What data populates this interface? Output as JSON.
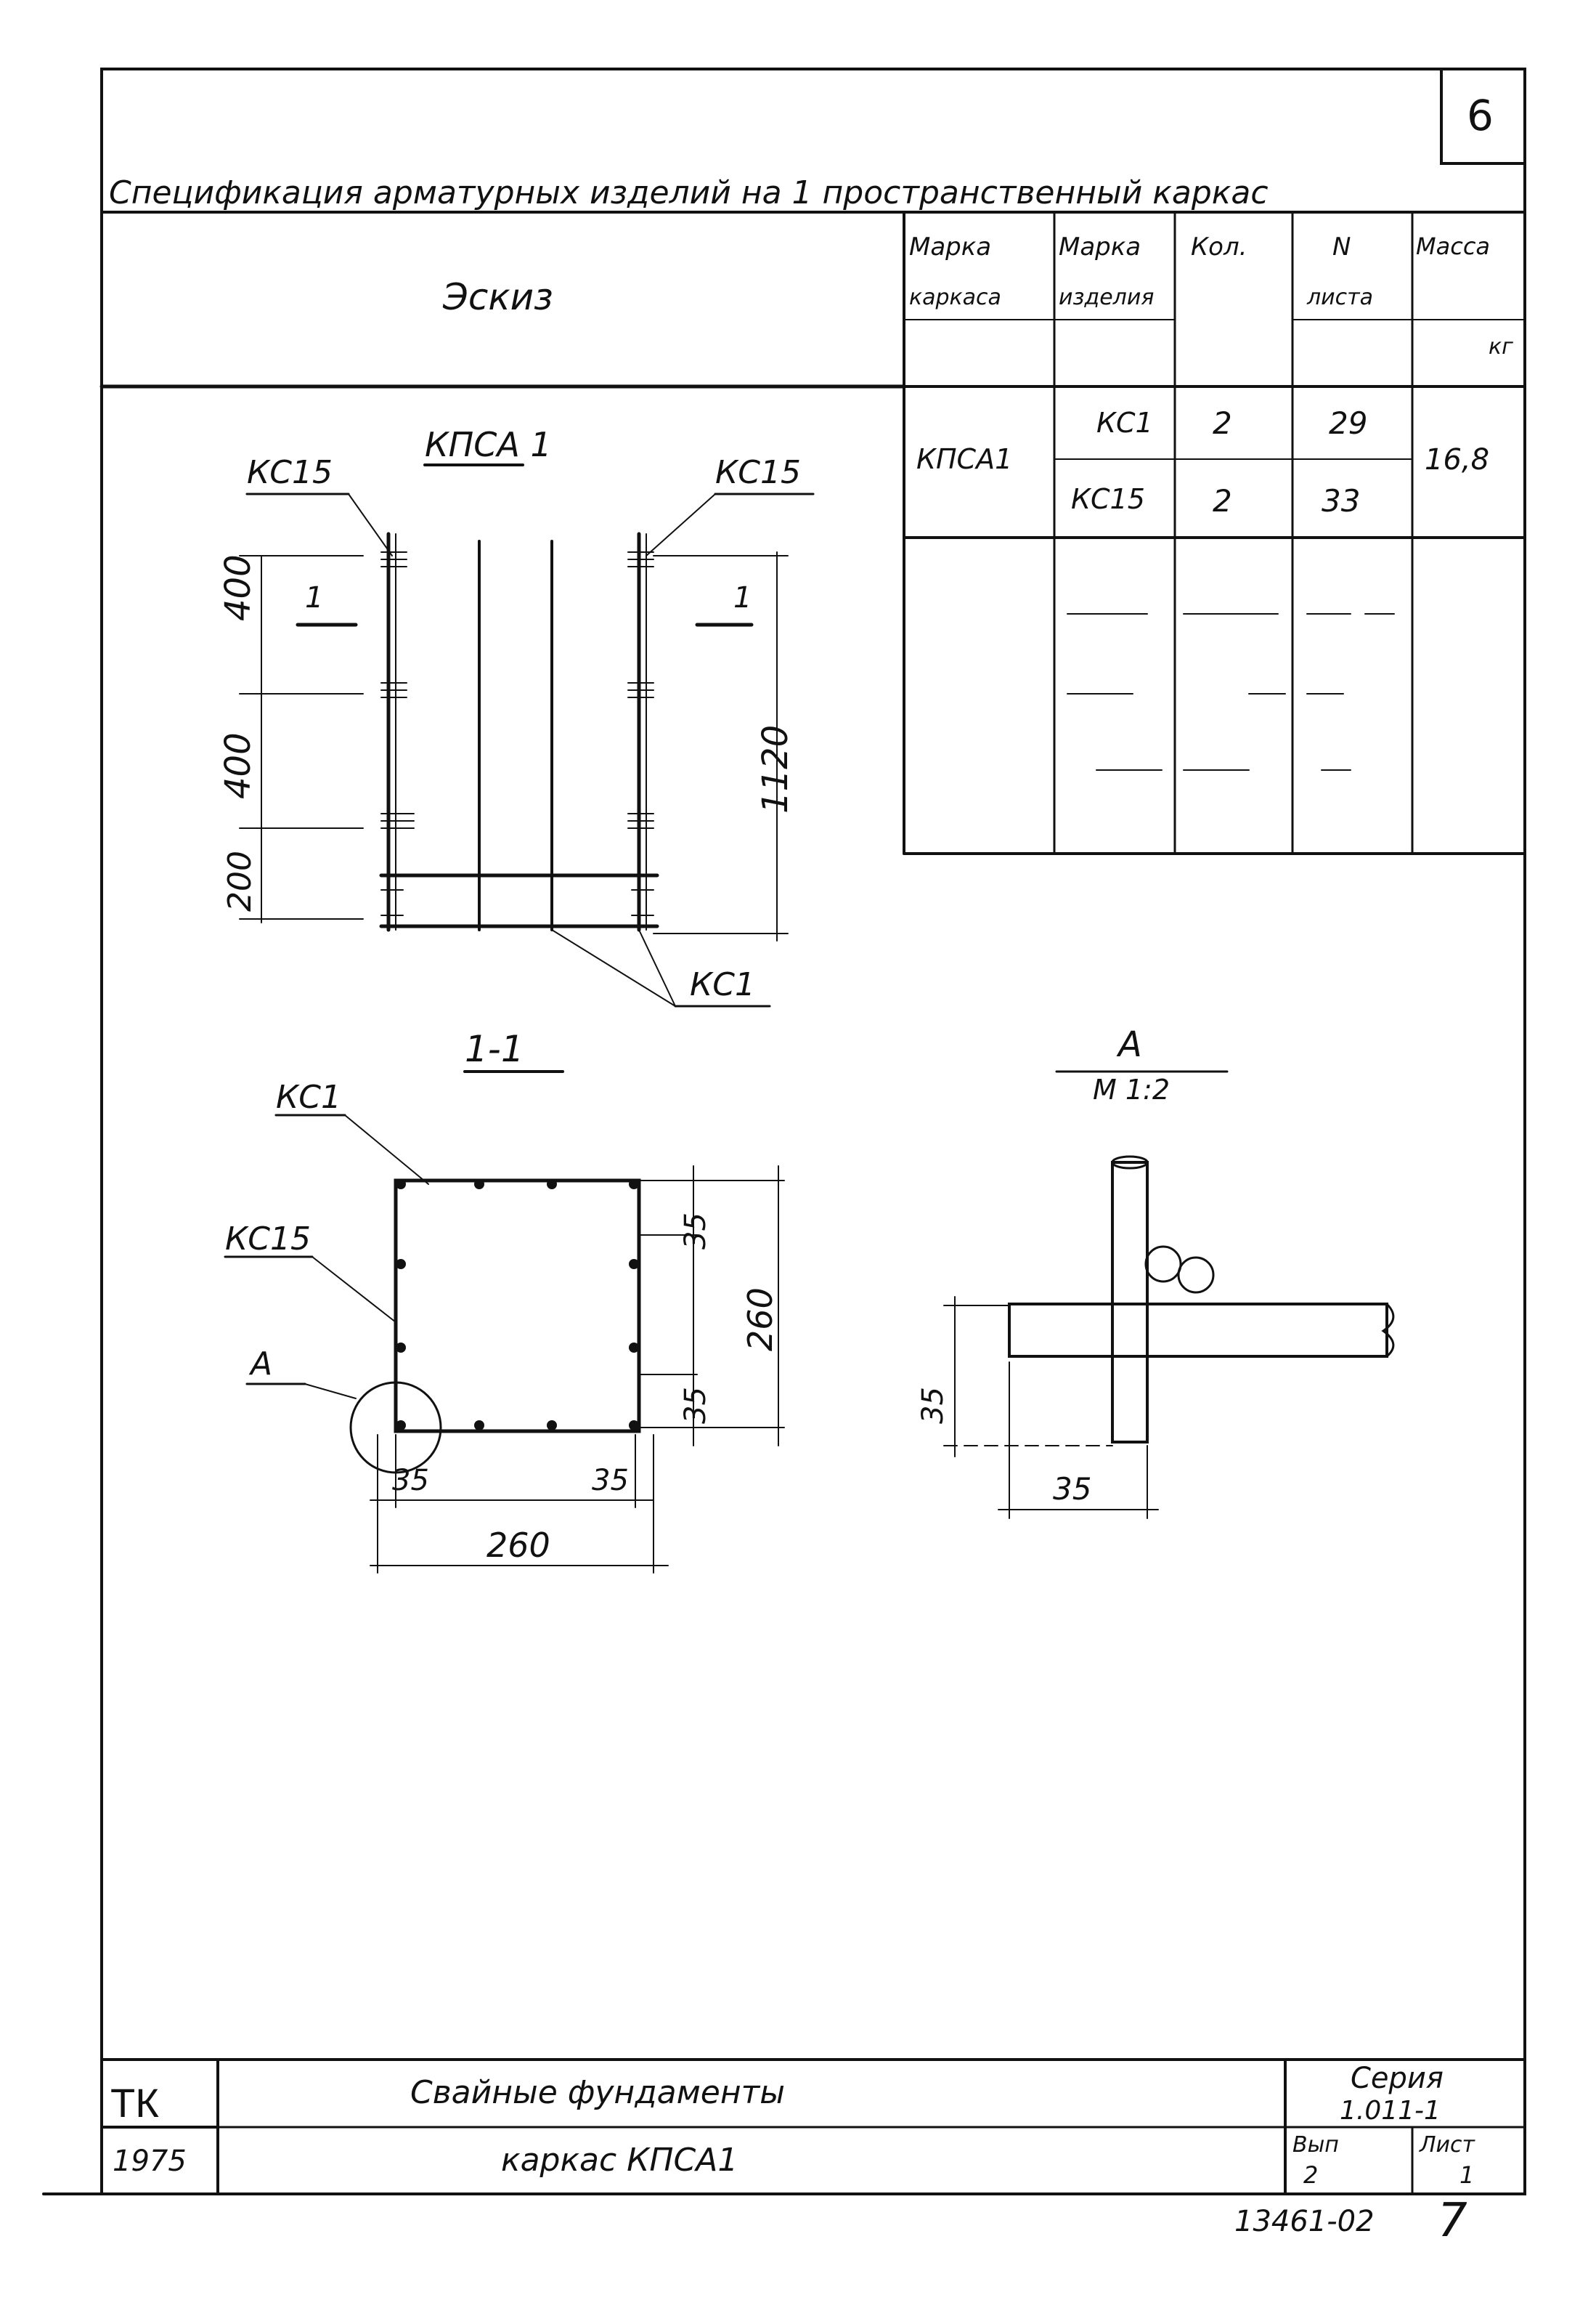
{
  "sheet": {
    "page_corner_number": "6",
    "spec_title": "Спецификация арматурных изделий на 1 пространственный каркас",
    "sketch_header": "Эскиз",
    "table": {
      "headers": {
        "frame_mark_1": "Марка",
        "frame_mark_2": "каркаса",
        "item_mark_1": "Марка",
        "item_mark_2": "изделия",
        "qty": "Кол.",
        "sheet_no_1": "N",
        "sheet_no_2": "листа",
        "mass_1": "Масса",
        "mass_2": "кг"
      },
      "rows": [
        {
          "frame": "КПСА1",
          "item": "КС1",
          "qty": "2",
          "sheet": "29",
          "mass": "16,8"
        },
        {
          "frame": "",
          "item": "КС15",
          "qty": "2",
          "sheet": "33",
          "mass": ""
        }
      ]
    }
  },
  "drawing_elevation": {
    "title": "КПСА 1",
    "label_left": "КС15",
    "label_right": "КС15",
    "label_bottom": "КС1",
    "section_mark_left": "1",
    "section_mark_right": "1",
    "dim_400_top": "400",
    "dim_400_mid": "400",
    "dim_200": "200",
    "dim_1120": "1120"
  },
  "drawing_section": {
    "title": "1-1",
    "label_top": "КС1",
    "label_side": "КС15",
    "label_detail": "А",
    "dim_35_right_top": "35",
    "dim_260": "260",
    "dim_35_right_bottom": "35",
    "dim_35_bottom_left": "35",
    "dim_35_bottom_right": "35",
    "dim_260_bottom": "260"
  },
  "drawing_detail": {
    "title": "А",
    "scale": "М 1:2",
    "dim_35_vertical": "35",
    "dim_35_horizontal": "35"
  },
  "title_block": {
    "org": "ТК",
    "year": "1975",
    "name_1": "Свайные фундаменты",
    "name_2": "каркас КПСА1",
    "series_label": "Серия",
    "series_value": "1.011-1",
    "issue_label": "Вып",
    "issue_value": "2",
    "sheet_label": "Лист",
    "sheet_value": "1"
  },
  "footer": {
    "archive_code": "13461-02",
    "page_number": "7"
  }
}
